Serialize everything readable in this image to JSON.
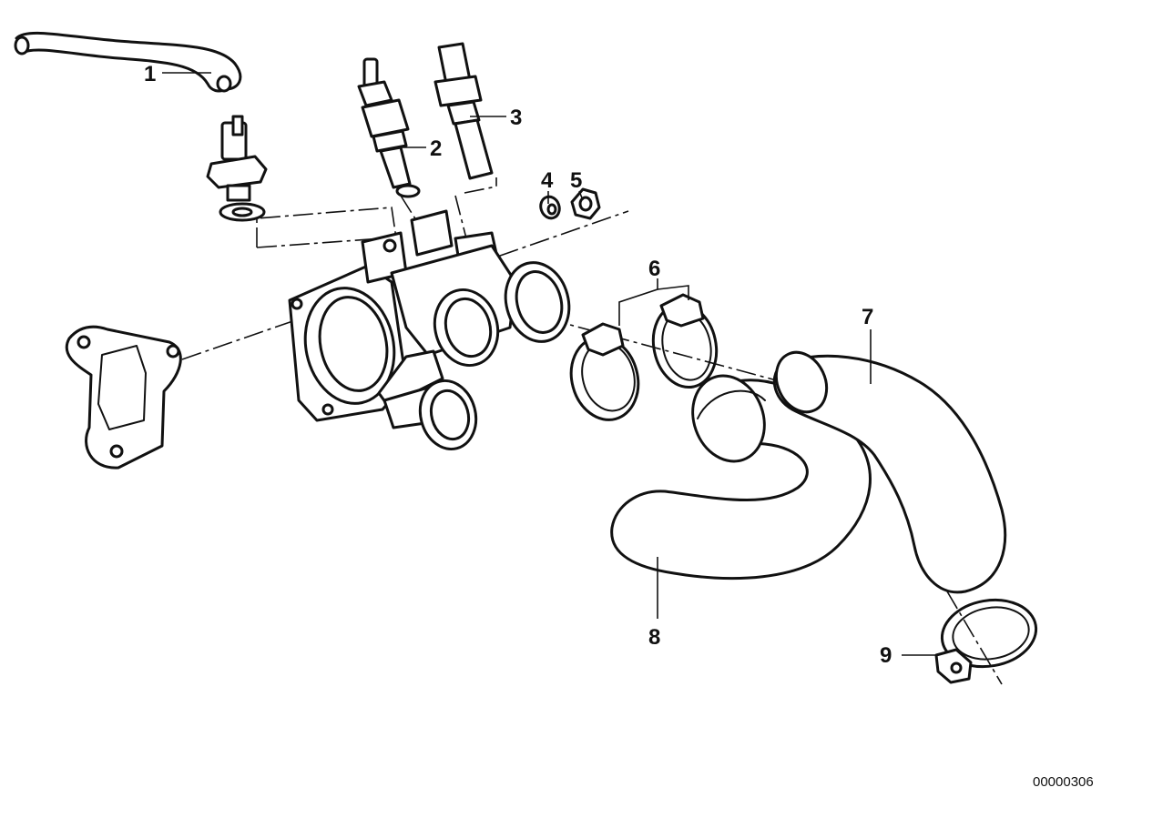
{
  "callouts": [
    "1",
    "2",
    "3",
    "4",
    "5",
    "6",
    "7",
    "8",
    "9"
  ],
  "reference_number": "00000306"
}
